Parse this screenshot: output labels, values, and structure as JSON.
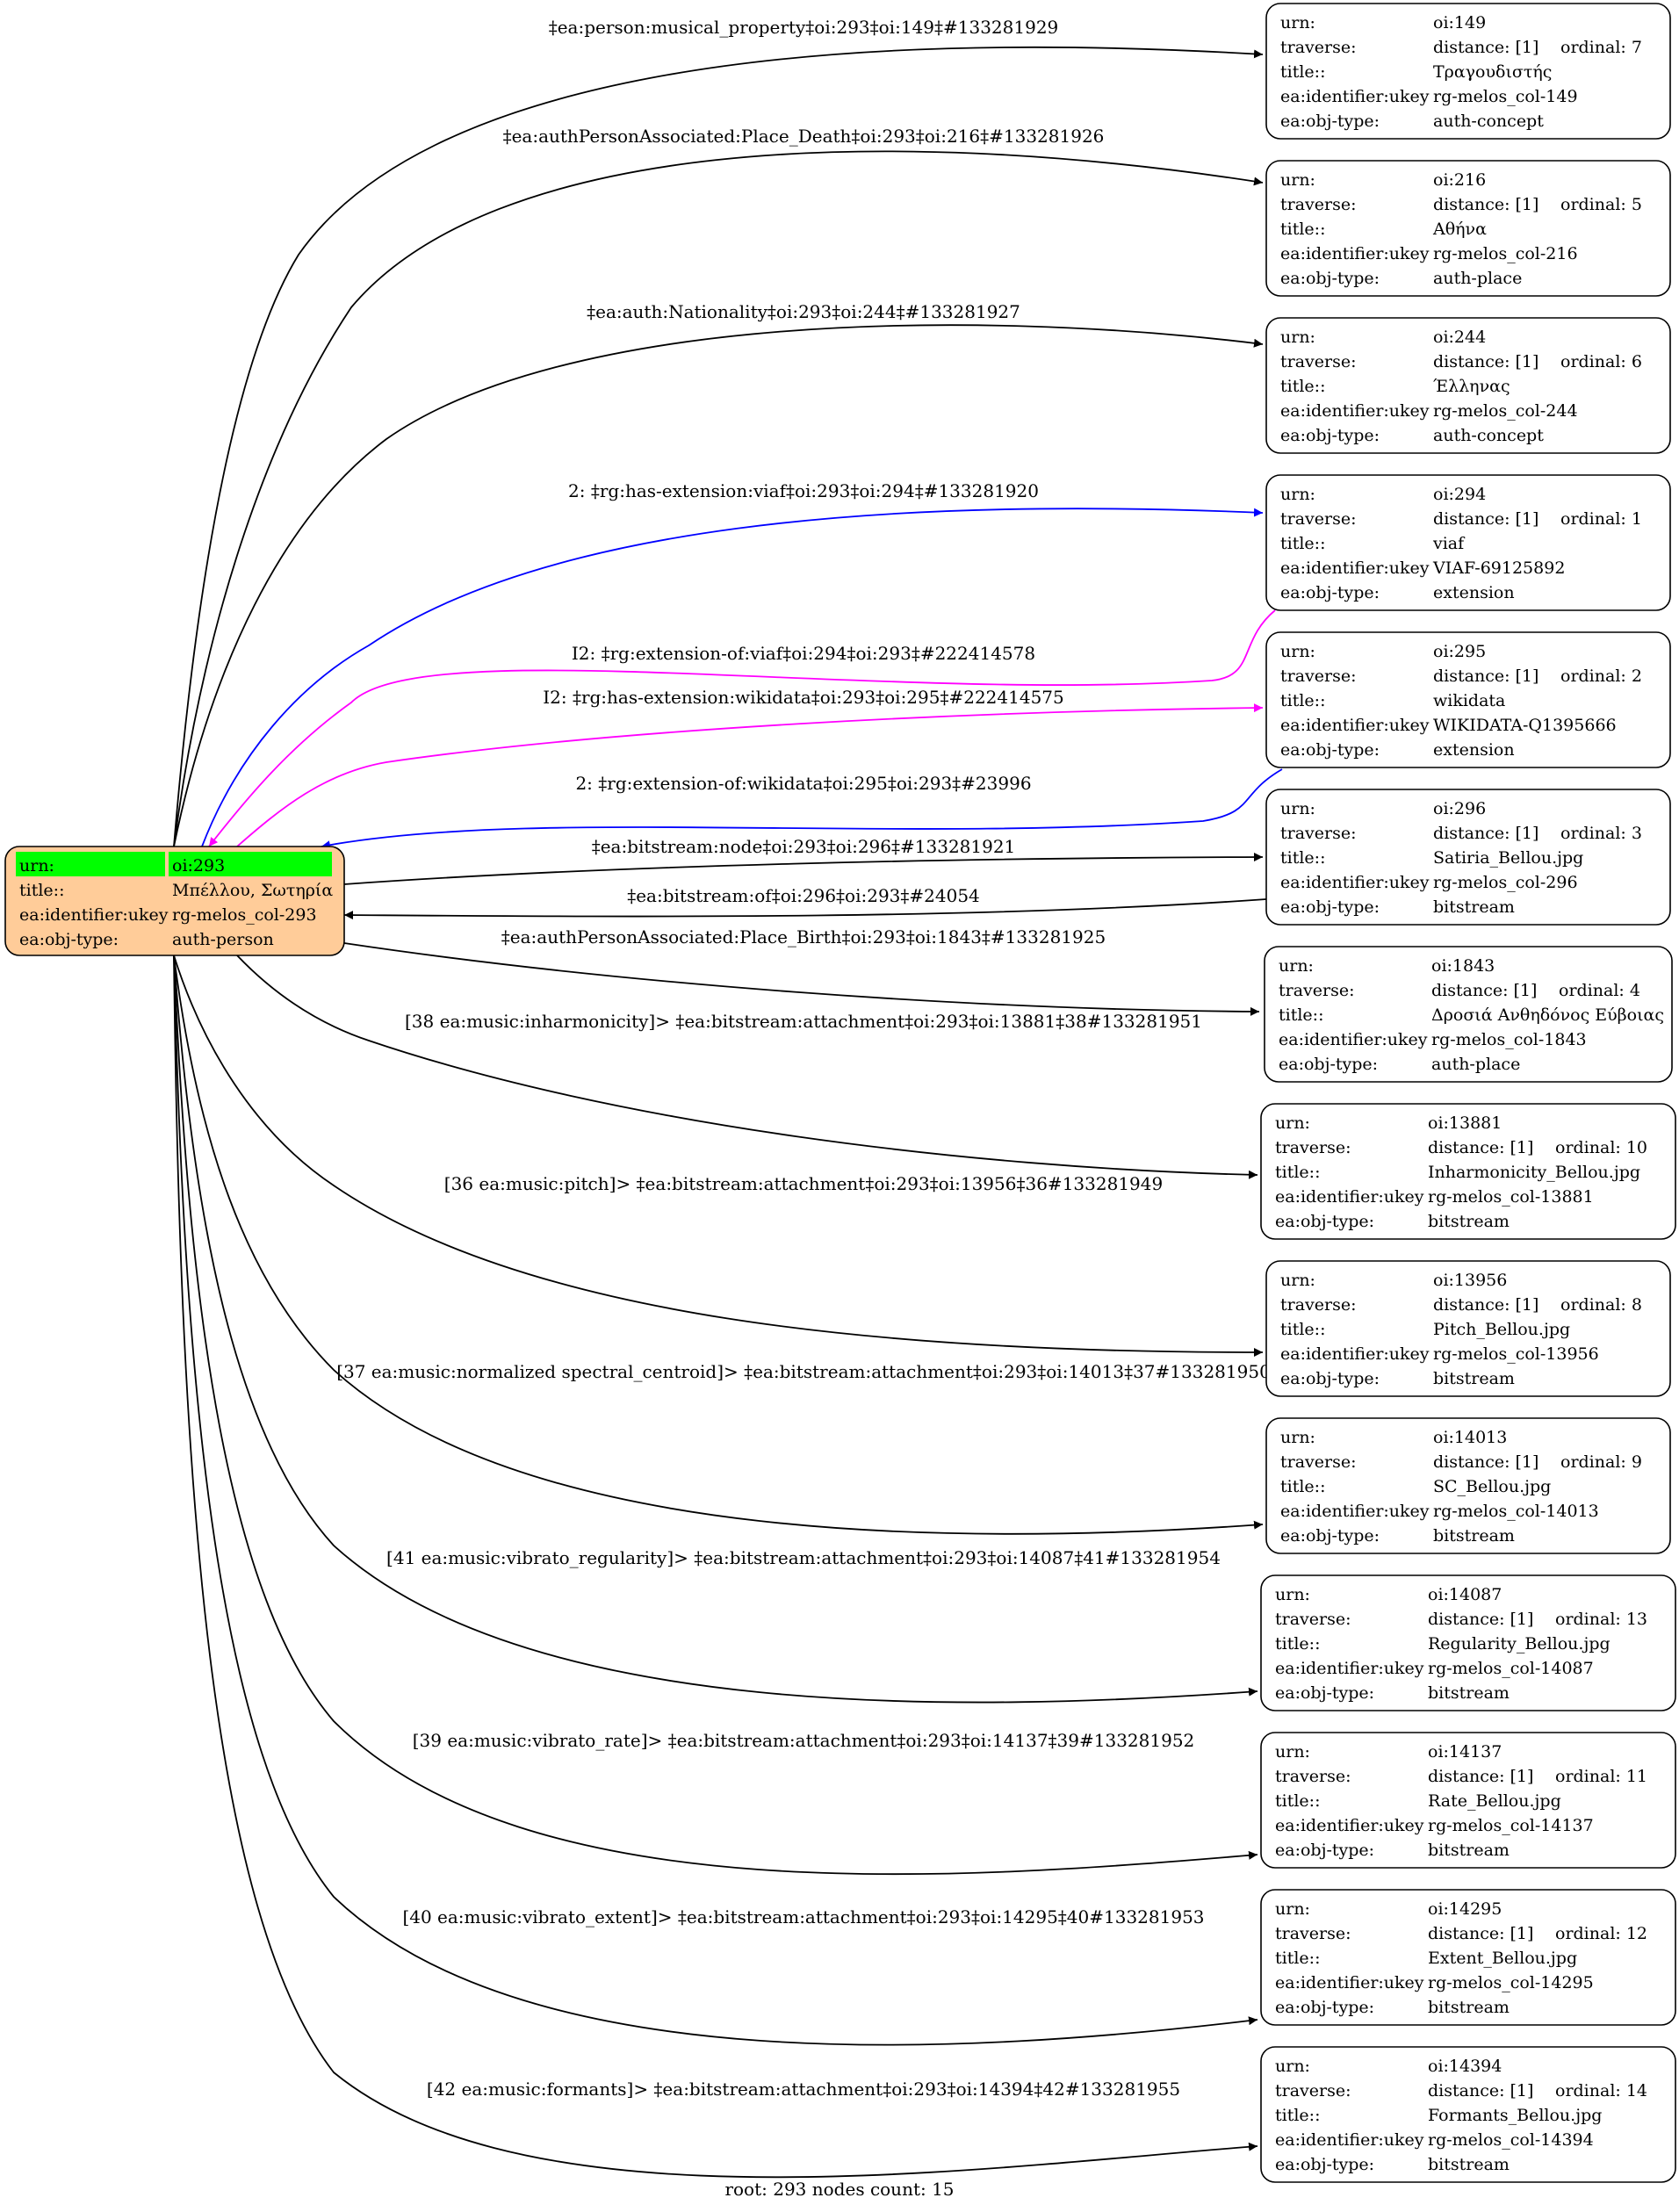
{
  "root": {
    "rows": [
      {
        "key": "urn:",
        "value": "oi:293"
      },
      {
        "key": "title::",
        "value": "Μπέλλου, Σωτηρία"
      },
      {
        "key": "ea:identifier:ukey",
        "value": "rg-melos_col-293"
      },
      {
        "key": "ea:obj-type:",
        "value": "auth-person"
      }
    ],
    "fill": "#ffcc99",
    "highlight": "#00ff00"
  },
  "nodes": [
    {
      "urn": "oi:149",
      "distance": "distance: [1]",
      "ordinal": "ordinal: 7",
      "title": "Τραγουδιστής",
      "ukey": "rg-melos_col-149",
      "type": "auth-concept"
    },
    {
      "urn": "oi:216",
      "distance": "distance: [1]",
      "ordinal": "ordinal: 5",
      "title": "Αθήνα",
      "ukey": "rg-melos_col-216",
      "type": "auth-place"
    },
    {
      "urn": "oi:244",
      "distance": "distance: [1]",
      "ordinal": "ordinal: 6",
      "title": "Έλληνας",
      "ukey": "rg-melos_col-244",
      "type": "auth-concept"
    },
    {
      "urn": "oi:294",
      "distance": "distance: [1]",
      "ordinal": "ordinal: 1",
      "title": "viaf",
      "ukey": "VIAF-69125892",
      "type": "extension"
    },
    {
      "urn": "oi:295",
      "distance": "distance: [1]",
      "ordinal": "ordinal: 2",
      "title": "wikidata",
      "ukey": "WIKIDATA-Q1395666",
      "type": "extension"
    },
    {
      "urn": "oi:296",
      "distance": "distance: [1]",
      "ordinal": "ordinal: 3",
      "title": "Satiria_Bellou.jpg",
      "ukey": "rg-melos_col-296",
      "type": "bitstream"
    },
    {
      "urn": "oi:1843",
      "distance": "distance: [1]",
      "ordinal": "ordinal: 4",
      "title": "Δροσιά Ανθηδόνος Εύβοιας",
      "ukey": "rg-melos_col-1843",
      "type": "auth-place"
    },
    {
      "urn": "oi:13881",
      "distance": "distance: [1]",
      "ordinal": "ordinal: 10",
      "title": "Inharmonicity_Bellou.jpg",
      "ukey": "rg-melos_col-13881",
      "type": "bitstream"
    },
    {
      "urn": "oi:13956",
      "distance": "distance: [1]",
      "ordinal": "ordinal: 8",
      "title": "Pitch_Bellou.jpg",
      "ukey": "rg-melos_col-13956",
      "type": "bitstream"
    },
    {
      "urn": "oi:14013",
      "distance": "distance: [1]",
      "ordinal": "ordinal: 9",
      "title": "SC_Bellou.jpg",
      "ukey": "rg-melos_col-14013",
      "type": "bitstream"
    },
    {
      "urn": "oi:14087",
      "distance": "distance: [1]",
      "ordinal": "ordinal: 13",
      "title": "Regularity_Bellou.jpg",
      "ukey": "rg-melos_col-14087",
      "type": "bitstream"
    },
    {
      "urn": "oi:14137",
      "distance": "distance: [1]",
      "ordinal": "ordinal: 11",
      "title": "Rate_Bellou.jpg",
      "ukey": "rg-melos_col-14137",
      "type": "bitstream"
    },
    {
      "urn": "oi:14295",
      "distance": "distance: [1]",
      "ordinal": "ordinal: 12",
      "title": "Extent_Bellou.jpg",
      "ukey": "rg-melos_col-14295",
      "type": "bitstream"
    },
    {
      "urn": "oi:14394",
      "distance": "distance: [1]",
      "ordinal": "ordinal: 14",
      "title": "Formants_Bellou.jpg",
      "ukey": "rg-melos_col-14394",
      "type": "bitstream"
    }
  ],
  "field_labels": {
    "urn": "urn:",
    "traverse": "traverse:",
    "title": "title::",
    "ukey": "ea:identifier:ukey",
    "type": "ea:obj-type:"
  },
  "edges": [
    {
      "label": "‡ea:person:musical_property‡oi:293‡oi:149‡#133281929",
      "color": "#000000"
    },
    {
      "label": "‡ea:authPersonAssociated:Place_Death‡oi:293‡oi:216‡#133281926",
      "color": "#000000"
    },
    {
      "label": "‡ea:auth:Nationality‡oi:293‡oi:244‡#133281927",
      "color": "#000000"
    },
    {
      "label": "2: ‡rg:has-extension:viaf‡oi:293‡oi:294‡#133281920",
      "color": "#0000ff"
    },
    {
      "label": "I2: ‡rg:extension-of:viaf‡oi:294‡oi:293‡#222414578",
      "color": "#ff00ff"
    },
    {
      "label": "I2: ‡rg:has-extension:wikidata‡oi:293‡oi:295‡#222414575",
      "color": "#ff00ff"
    },
    {
      "label": "2: ‡rg:extension-of:wikidata‡oi:295‡oi:293‡#23996",
      "color": "#0000ff"
    },
    {
      "label": "‡ea:bitstream:node‡oi:293‡oi:296‡#133281921",
      "color": "#000000"
    },
    {
      "label": "‡ea:bitstream:of‡oi:296‡oi:293‡#24054",
      "color": "#000000"
    },
    {
      "label": "‡ea:authPersonAssociated:Place_Birth‡oi:293‡oi:1843‡#133281925",
      "color": "#000000"
    },
    {
      "label": "[38 ea:music:inharmonicity]> ‡ea:bitstream:attachment‡oi:293‡oi:13881‡38#133281951",
      "color": "#000000"
    },
    {
      "label": "[36 ea:music:pitch]> ‡ea:bitstream:attachment‡oi:293‡oi:13956‡36#133281949",
      "color": "#000000"
    },
    {
      "label": "[37 ea:music:normalized spectral_centroid]> ‡ea:bitstream:attachment‡oi:293‡oi:14013‡37#133281950",
      "color": "#000000"
    },
    {
      "label": "[41 ea:music:vibrato_regularity]> ‡ea:bitstream:attachment‡oi:293‡oi:14087‡41#133281954",
      "color": "#000000"
    },
    {
      "label": "[39 ea:music:vibrato_rate]> ‡ea:bitstream:attachment‡oi:293‡oi:14137‡39#133281952",
      "color": "#000000"
    },
    {
      "label": "[40 ea:music:vibrato_extent]> ‡ea:bitstream:attachment‡oi:293‡oi:14295‡40#133281953",
      "color": "#000000"
    },
    {
      "label": "[42 ea:music:formants]> ‡ea:bitstream:attachment‡oi:293‡oi:14394‡42#133281955",
      "color": "#000000"
    }
  ],
  "footer": "root: 293 nodes count: 15"
}
